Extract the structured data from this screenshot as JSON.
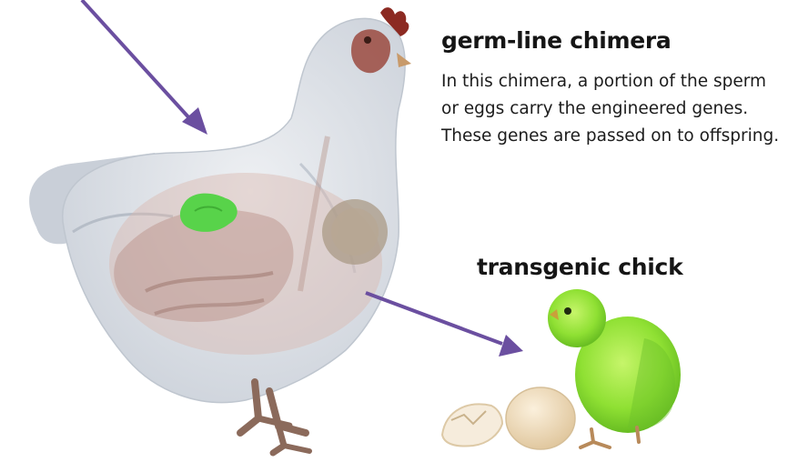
{
  "germline": {
    "title": "germ-line chimera",
    "description": "In this chimera, a portion of the sperm or eggs carry the engineered genes. These genes are passed on to offspring."
  },
  "transgenic": {
    "title": "transgenic chick"
  },
  "colors": {
    "arrow": "#6b4fa0",
    "hen_body": "#dde1e6",
    "comb": "#8c2a22",
    "engineered_tissue": "#58d34a",
    "chick": "#9be83a",
    "egg": "#efd9b5"
  }
}
